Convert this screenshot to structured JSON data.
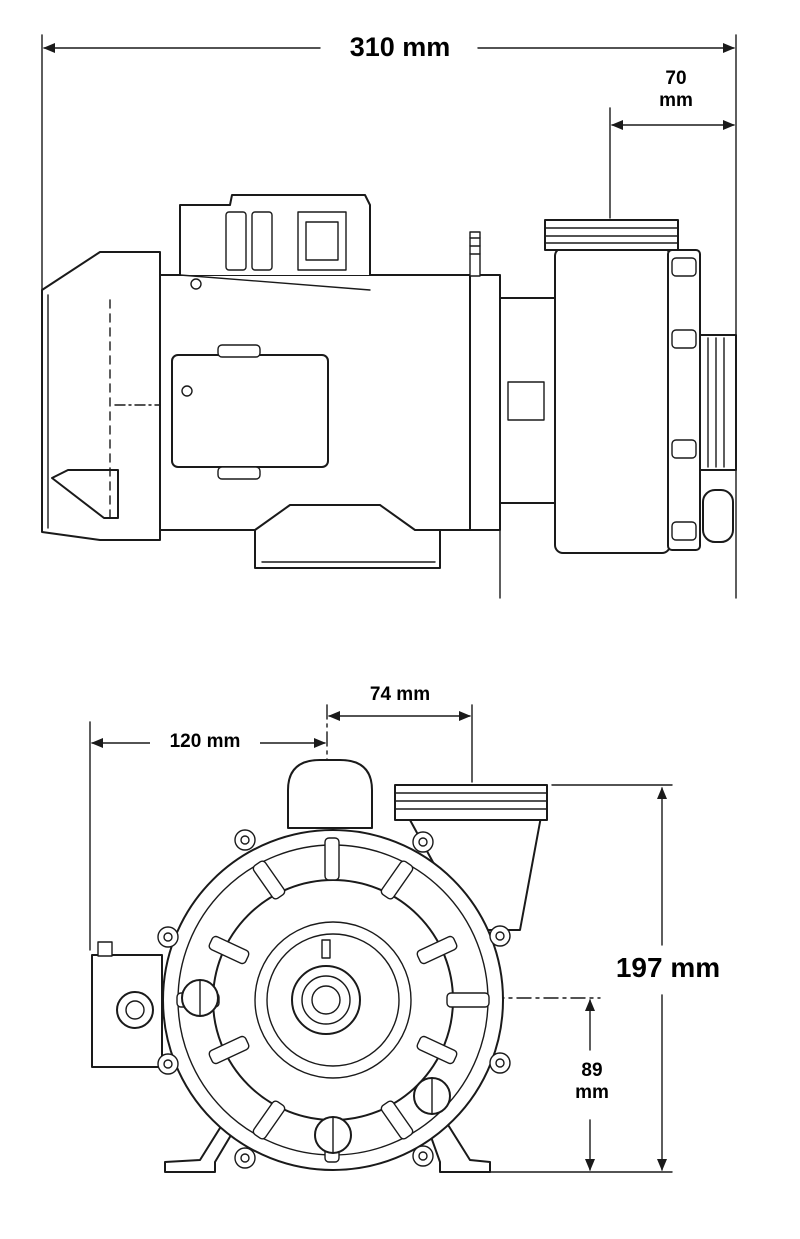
{
  "side_view": {
    "overall_length": "310 mm",
    "outlet_offset": "70\nmm"
  },
  "front_view": {
    "shaft_to_outlet": "74 mm",
    "shaft_to_side": "120 mm",
    "overall_height": "197 mm",
    "shaft_height": "89\nmm"
  },
  "colors": {
    "line": "#1a1a1a",
    "background": "#ffffff"
  }
}
